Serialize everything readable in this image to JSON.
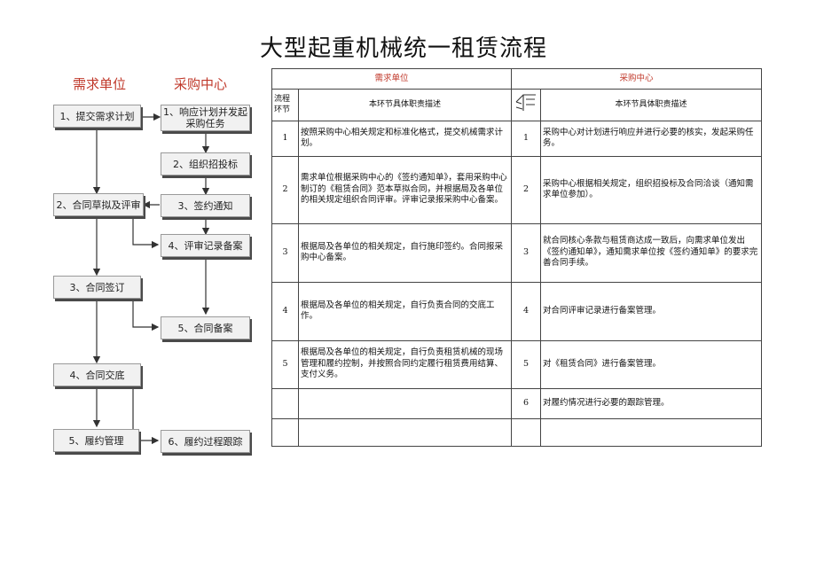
{
  "title": "大型起重机械统一租赁流程",
  "lanes": {
    "demand": "需求单位",
    "procure": "采购中心"
  },
  "nodes": {
    "d1": "1、提交需求计划",
    "p1": "1、响应计划并发起采购任务",
    "p2": "2、组织招投标",
    "d2": "2、合同草拟及评审",
    "p3": "3、签约通知",
    "p4": "4、评审记录备案",
    "d3": "3、合同签订",
    "p5": "5、合同备案",
    "d4": "4、合同交底",
    "d5": "5、履约管理",
    "p6": "6、履约过程跟踪"
  },
  "table": {
    "col_demand": "需求单位",
    "col_procure": "采购中心",
    "flow_step": "流程环节",
    "duty_header": "本环节具体职责描述",
    "rows": [
      {
        "n1": "1",
        "d1": "按照采购中心相关规定和标准化格式，提交机械需求计划。",
        "n2": "1",
        "d2": "采购中心对计划进行响应并进行必要的核实，发起采购任务。"
      },
      {
        "n1": "2",
        "d1": "需求单位根据采购中心的《签约通知单》，套用采购中心制订的《租赁合同》范本草拟合同，并根据局及各单位的相关规定组织合同评审。评审记录报采购中心备案。",
        "n2": "2",
        "d2": "采购中心根据相关规定，组织招投标及合同洽谈（通知需求单位参加）。"
      },
      {
        "n1": "3",
        "d1": "根据局及各单位的相关规定，自行施印签约。合同报采购中心备案。",
        "n2": "3",
        "d2": "就合同核心条款与租赁商达成一致后，向需求单位发出《签约通知单》，通知需求单位按《签约通知单》的要求完善合同手续。"
      },
      {
        "n1": "4",
        "d1": "根据局及各单位的相关规定，自行负责合同的交底工作。",
        "n2": "4",
        "d2": "对合同评审记录进行备案管理。"
      },
      {
        "n1": "5",
        "d1": "根据局及各单位的相关规定，自行负责租赁机械的现场管理和履约控制，并按照合同约定履行租赁费用结算、支付义务。",
        "n2": "5",
        "d2": "对《租赁合同》进行备案管理。"
      },
      {
        "n1": "",
        "d1": "",
        "n2": "6",
        "d2": "对履约情况进行必要的跟踪管理。"
      },
      {
        "n1": "",
        "d1": "",
        "n2": "",
        "d2": ""
      }
    ]
  }
}
